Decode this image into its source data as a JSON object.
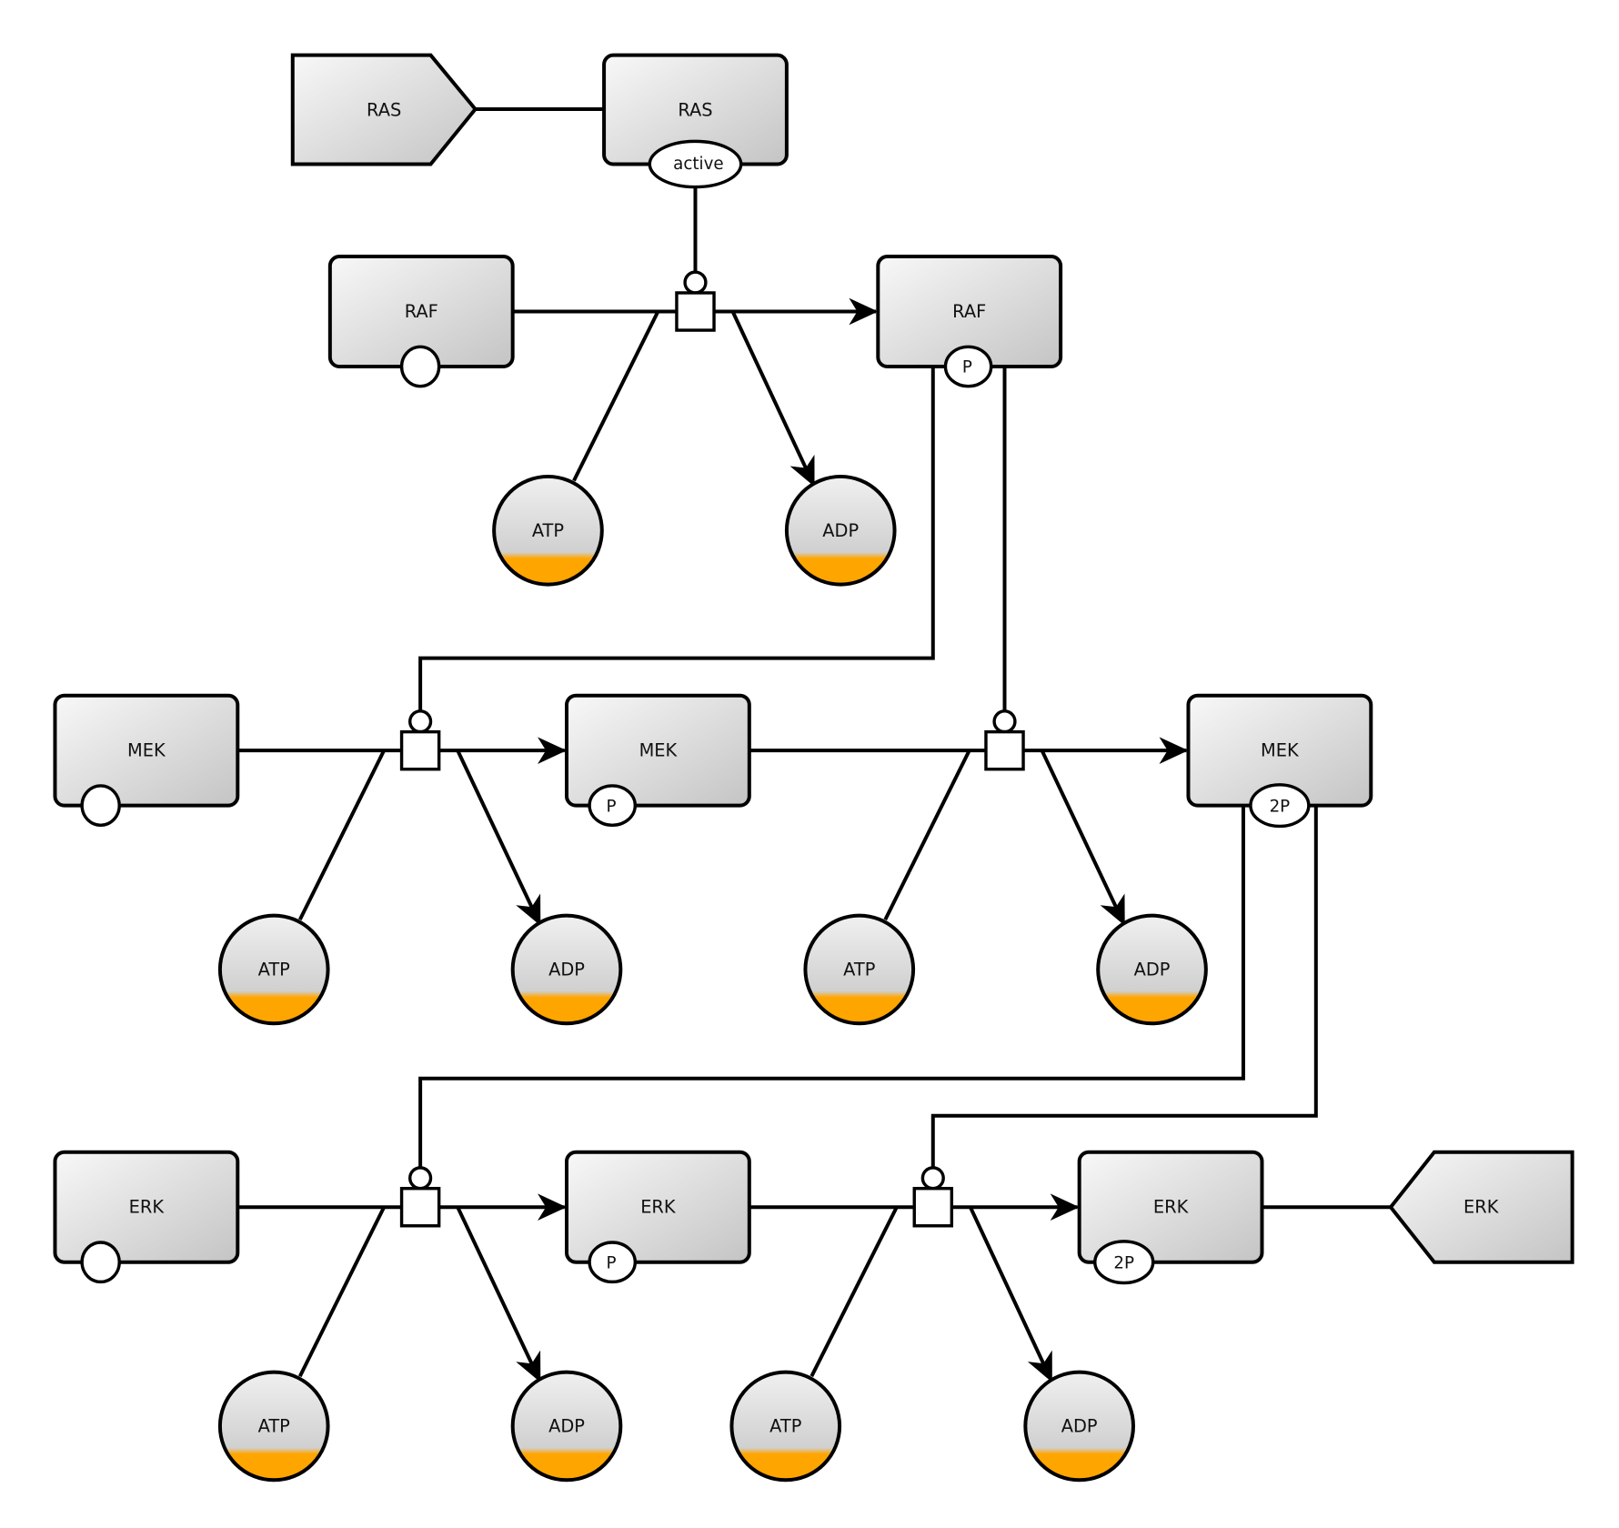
{
  "diagram": {
    "title": "RAS-RAF-MEK-ERK phosphorylation cascade",
    "colors": {
      "node_fill_light": "#f8f8f8",
      "node_fill_dark": "#c4c4c4",
      "small_molecule_accent": "#ffa500",
      "line": "#000000"
    },
    "tags": {
      "ras": {
        "label": "RAS"
      },
      "erk": {
        "label": "ERK"
      }
    },
    "nodes": {
      "ras": {
        "label": "RAS",
        "state": "active"
      },
      "raf": {
        "label": "RAF",
        "state": ""
      },
      "raf_p": {
        "label": "RAF",
        "state": "P"
      },
      "mek": {
        "label": "MEK",
        "state": ""
      },
      "mek_p": {
        "label": "MEK",
        "state": "P"
      },
      "mek_2p": {
        "label": "MEK",
        "state": "2P"
      },
      "erk": {
        "label": "ERK",
        "state": ""
      },
      "erk_p": {
        "label": "ERK",
        "state": "P"
      },
      "erk_2p": {
        "label": "ERK",
        "state": "2P"
      }
    },
    "small_molecules": [
      {
        "label": "ATP"
      },
      {
        "label": "ADP"
      },
      {
        "label": "ATP"
      },
      {
        "label": "ADP"
      },
      {
        "label": "ATP"
      },
      {
        "label": "ADP"
      },
      {
        "label": "ATP"
      },
      {
        "label": "ADP"
      },
      {
        "label": "ATP"
      },
      {
        "label": "ADP"
      }
    ]
  }
}
